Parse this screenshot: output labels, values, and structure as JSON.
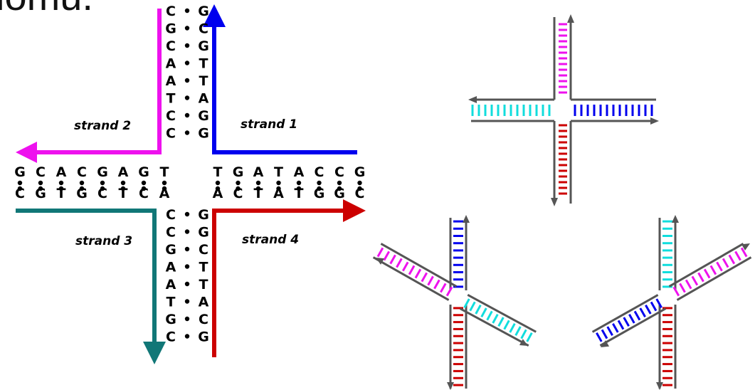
{
  "title_fragment": "lomu.",
  "colors": {
    "strand1": "#0000ee",
    "strand2": "#ee11ee",
    "strand3": "#117777",
    "strand4": "#cc0000",
    "backbone": "#555555",
    "cyan": "#11dddd"
  },
  "strands": {
    "s1": "strand 1",
    "s2": "strand 2",
    "s3": "strand 3",
    "s4": "strand 4"
  },
  "top_arm": {
    "left": [
      "C",
      "G",
      "C",
      "A",
      "A",
      "T",
      "C",
      "C"
    ],
    "right": [
      "G",
      "C",
      "G",
      "T",
      "T",
      "A",
      "G",
      "G"
    ]
  },
  "bottom_arm": {
    "left": [
      "C",
      "C",
      "G",
      "A",
      "A",
      "T",
      "G",
      "C"
    ],
    "right": [
      "G",
      "G",
      "C",
      "T",
      "T",
      "A",
      "C",
      "G"
    ]
  },
  "left_arm": {
    "top": [
      "G",
      "C",
      "A",
      "C",
      "G",
      "A",
      "G",
      "T"
    ],
    "bottom": [
      "C",
      "G",
      "T",
      "G",
      "C",
      "T",
      "C",
      "A"
    ]
  },
  "right_arm": {
    "top": [
      "T",
      "G",
      "A",
      "T",
      "A",
      "C",
      "C",
      "G"
    ],
    "bottom": [
      "A",
      "C",
      "T",
      "A",
      "T",
      "G",
      "G",
      "C"
    ]
  },
  "icons": [
    "arrow-up-icon",
    "arrow-left-icon",
    "arrow-right-icon",
    "arrow-down-icon",
    "base-pair-dot-icon"
  ]
}
